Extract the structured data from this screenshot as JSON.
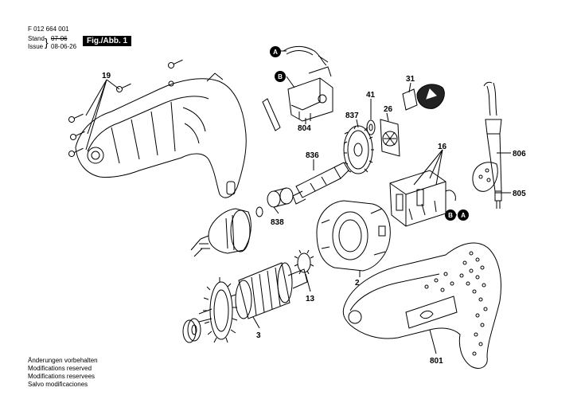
{
  "header": {
    "doc_number": "F 012 664 001",
    "stand_label": "Stand",
    "stand_value": "07-06",
    "issue_label": "Issue",
    "issue_value": "08-06-26",
    "fig_label": "Fig./Abb. 1"
  },
  "notes": [
    "Änderungen vorbehalten",
    "Modifications reserved",
    "Modifications reservees",
    "Salvo modificaciones"
  ],
  "callouts": {
    "p19": "19",
    "p804": "804",
    "p837": "837",
    "p41": "41",
    "p26": "26",
    "p31": "31",
    "p16": "16",
    "p806": "806",
    "p805": "805",
    "p836": "836",
    "p838": "838",
    "p2": "2",
    "p13": "13",
    "p3": "3",
    "p801": "801"
  },
  "markers": {
    "a_top": "A",
    "b_top": "B",
    "b_mid": "B",
    "a_mid": "A"
  }
}
